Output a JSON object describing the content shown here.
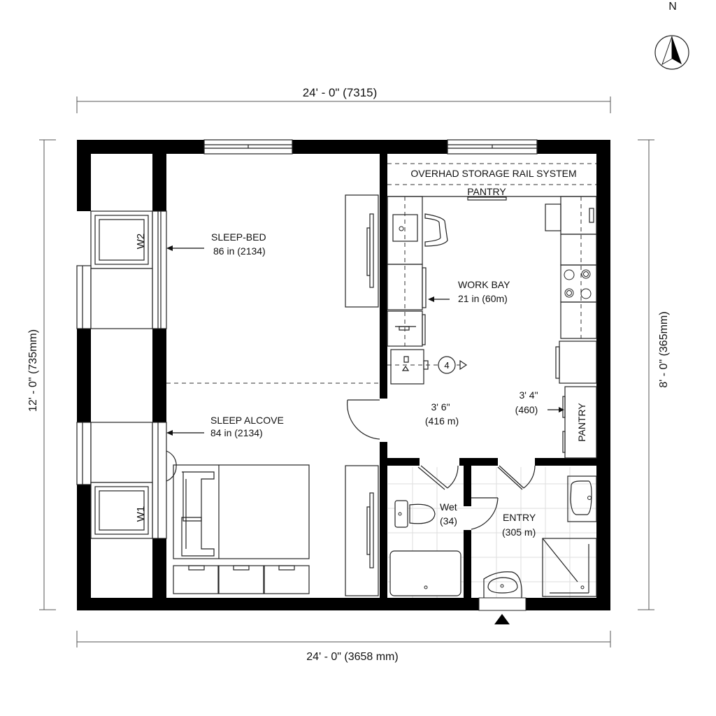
{
  "north_arrow": {
    "label": "N"
  },
  "dimensions": {
    "top": "24' - 0\" (7315)",
    "bottom": "24' - 0\" (3658 mm)",
    "left": "12' - 0\" (735mm)",
    "right": "8' - 0\" (365mm)"
  },
  "rooms": {
    "overhead": "OVERHAD STORAGE RAIL SYSTEM",
    "pantry_top": "PANTRY",
    "sleep_bed": {
      "name": "SLEEP-BED",
      "size": "86 in (2134)"
    },
    "sleep_alcove": {
      "name": "SLEEP ALCOVE",
      "size": "84 in (2134)"
    },
    "work_bay": {
      "name": "WORK BAY",
      "size": "21 in (60m)"
    },
    "center_dim": {
      "ft": "3' 6\"",
      "mm": "(416 m)"
    },
    "right_dim": {
      "ft": "3' 4\"",
      "mm": "(460)"
    },
    "pantry_side": "PANTRY",
    "wet": {
      "name": "Wet",
      "size": "(34)"
    },
    "entry": {
      "name": "ENTRY",
      "size": "(305 m)"
    }
  },
  "windows": {
    "w1": "W1",
    "w2": "W2"
  },
  "markers": {
    "section_tag": "4"
  }
}
